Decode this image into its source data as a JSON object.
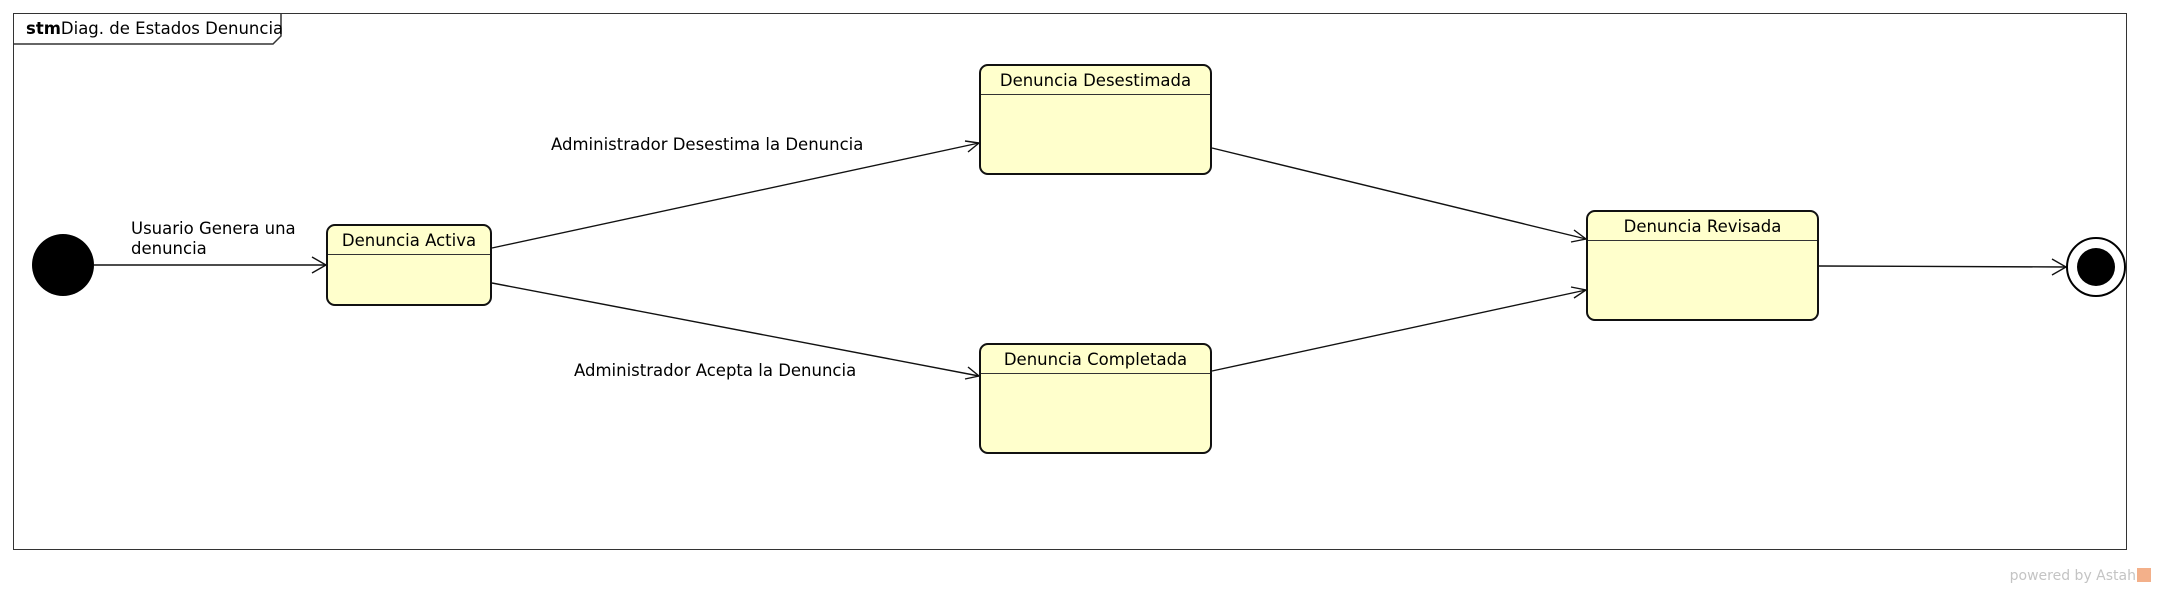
{
  "frame": {
    "keyword": "stm",
    "name": "Diag. de Estados Denuncia"
  },
  "states": {
    "activa": "Denuncia Activa",
    "desestimada": "Denuncia Desestimada",
    "completada": "Denuncia Completada",
    "revisada": "Denuncia Revisada"
  },
  "transitions": {
    "genera_line1": "Usuario Genera una",
    "genera_line2": "denuncia",
    "desestima": "Administrador Desestima la Denuncia",
    "acepta": "Administrador Acepta la Denuncia"
  },
  "watermark": "powered by Astah"
}
